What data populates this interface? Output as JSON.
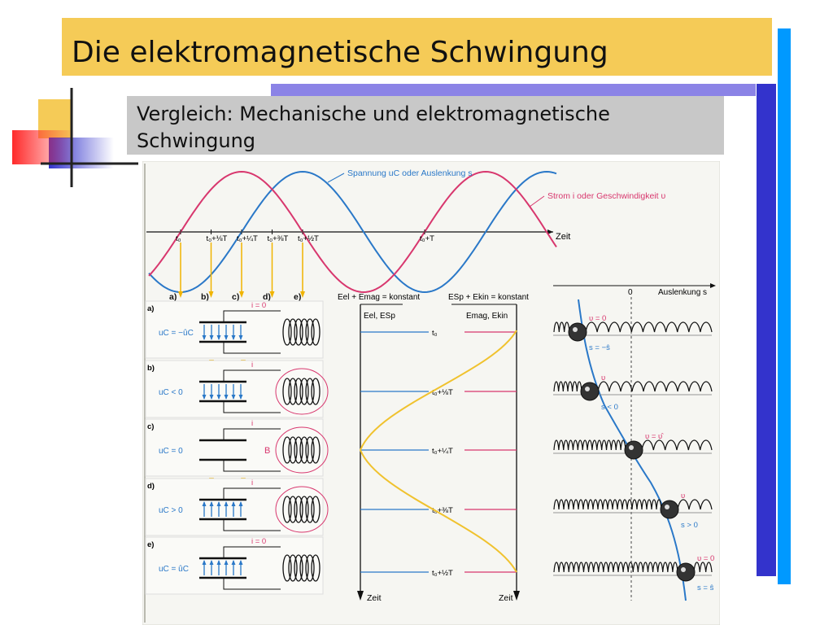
{
  "slide": {
    "title": "Die elektromagnetische Schwingung",
    "subtitle": "Vergleich: Mechanische und elektromagnetische Schwingung"
  },
  "figure": {
    "top_legend": {
      "voltage": "Spannung uC oder Auslenkung s",
      "current": "Strom i oder Geschwindigkeit υ",
      "time_axis": "Zeit"
    },
    "time_marks": [
      "t₀",
      "t₀+⅛T",
      "t₀+¼T",
      "t₀+⅜T",
      "t₀+½T",
      "t₀+T"
    ],
    "column_labels": [
      "a)",
      "b)",
      "c)",
      "d)",
      "e)"
    ],
    "circuit_rows": [
      {
        "row": "a)",
        "uc": "uC = −ûC",
        "current": "i = 0"
      },
      {
        "row": "b)",
        "uc": "uC < 0",
        "current": "i"
      },
      {
        "row": "c)",
        "uc": "uC = 0",
        "current": "i",
        "field": "B"
      },
      {
        "row": "d)",
        "uc": "uC > 0",
        "current": "i"
      },
      {
        "row": "e)",
        "uc": "uC = ûC",
        "current": "i = 0"
      }
    ],
    "energy": {
      "left_eq": "Eel + Emag = konstant",
      "right_eq": "ESp + Ekin = konstant",
      "left_axis": "Eel, ESp",
      "right_axis": "Emag, Ekin",
      "rows": [
        "t₀",
        "t₀+⅛T",
        "t₀+¼T",
        "t₀+⅜T",
        "t₀+½T"
      ],
      "zeit_left": "Zeit",
      "zeit_right": "Zeit"
    },
    "spring": {
      "axis_zero": "0",
      "axis_label": "Auslenkung s",
      "rows": [
        {
          "v": "υ = 0",
          "s": "s = −ŝ"
        },
        {
          "v": "υ",
          "s": "s < 0"
        },
        {
          "v": "υ = υ̂",
          "s": ""
        },
        {
          "v": "υ",
          "s": "s > 0"
        },
        {
          "v": "υ = 0",
          "s": "s = ŝ"
        }
      ]
    },
    "colors": {
      "voltage": "#2a78c8",
      "current": "#d8376e",
      "energy": "#f0c22e",
      "accent_arrow": "#f0b400"
    }
  }
}
